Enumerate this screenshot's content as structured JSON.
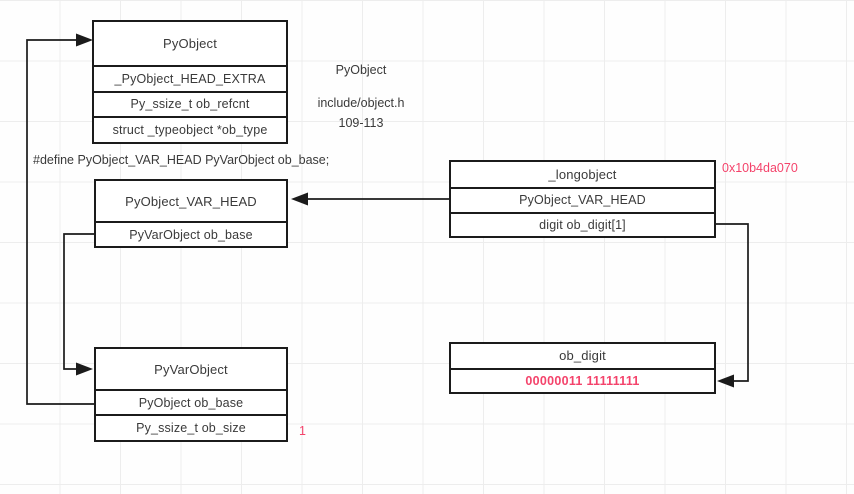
{
  "diagram": {
    "title_note": "CPython PyObject / PyVarObject struct layout",
    "colors": {
      "stroke": "#1b1b1b",
      "text": "#3a3a3a",
      "accent_red": "#f4436b",
      "grid": "#ededed",
      "background": "#fefefe"
    },
    "boxes": {
      "pyobject": {
        "title": "PyObject",
        "fields": [
          "_PyObject_HEAD_EXTRA",
          "Py_ssize_t ob_refcnt",
          "struct _typeobject *ob_type"
        ]
      },
      "pyobject_var_head": {
        "title": "PyObject_VAR_HEAD",
        "fields": [
          "PyVarObject ob_base"
        ]
      },
      "pyvarobject": {
        "title": "PyVarObject",
        "fields": [
          "PyObject ob_base",
          "Py_ssize_t ob_size"
        ]
      },
      "longobject": {
        "title": "_longobject",
        "fields": [
          "PyObject_VAR_HEAD",
          "digit ob_digit[1]"
        ]
      },
      "ob_digit": {
        "title": "ob_digit",
        "fields": [
          "00000011 11111111"
        ]
      }
    },
    "notes": {
      "pyobject_source": {
        "line1": "PyObject",
        "line2": "include/object.h",
        "line3": "109-113"
      },
      "define_macro": "#define PyObject_VAR_HEAD PyVarObject ob_base;",
      "pointer_address": "0x10b4da070",
      "ob_size_value": "1"
    }
  }
}
